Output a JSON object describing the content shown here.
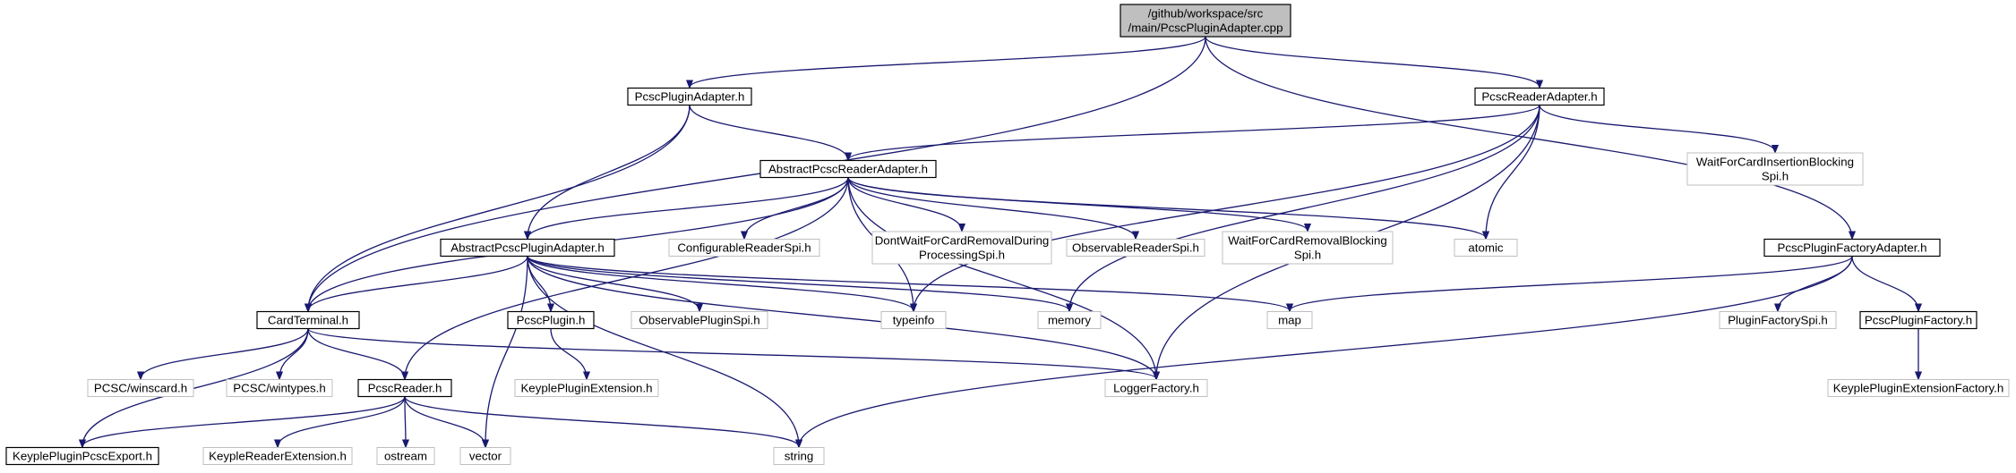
{
  "diagram": {
    "kind": "include-dependency-graph",
    "colors": {
      "edge": "#191970",
      "root_fill": "#bfbfbf",
      "documented_border": "#000000",
      "external_border": "#bfbfbf",
      "label": "#000000"
    },
    "nodes": [
      {
        "id": "root",
        "lines": [
          "/github/workspace/src",
          "/main/PcscPluginAdapter.cpp"
        ],
        "style": "root"
      },
      {
        "id": "pcscPluginAdapterH",
        "lines": [
          "PcscPluginAdapter.h"
        ],
        "style": "doc"
      },
      {
        "id": "pcscReaderAdapterH",
        "lines": [
          "PcscReaderAdapter.h"
        ],
        "style": "doc"
      },
      {
        "id": "abstractPcscReaderAdapterH",
        "lines": [
          "AbstractPcscReaderAdapter.h"
        ],
        "style": "doc"
      },
      {
        "id": "waitForCardInsertion",
        "lines": [
          "WaitForCardInsertionBlocking",
          "Spi.h"
        ],
        "style": "ext"
      },
      {
        "id": "abstractPcscPluginAdapterH",
        "lines": [
          "AbstractPcscPluginAdapter.h"
        ],
        "style": "doc"
      },
      {
        "id": "configurableReaderSpi",
        "lines": [
          "ConfigurableReaderSpi.h"
        ],
        "style": "ext"
      },
      {
        "id": "dontWaitForCardRemoval",
        "lines": [
          "DontWaitForCardRemovalDuring",
          "ProcessingSpi.h"
        ],
        "style": "ext"
      },
      {
        "id": "observableReaderSpi",
        "lines": [
          "ObservableReaderSpi.h"
        ],
        "style": "ext"
      },
      {
        "id": "waitForCardRemoval",
        "lines": [
          "WaitForCardRemovalBlocking",
          "Spi.h"
        ],
        "style": "ext"
      },
      {
        "id": "atomic",
        "lines": [
          "atomic"
        ],
        "style": "ext"
      },
      {
        "id": "pcscPluginFactoryAdapterH",
        "lines": [
          "PcscPluginFactoryAdapter.h"
        ],
        "style": "doc"
      },
      {
        "id": "cardTerminalH",
        "lines": [
          "CardTerminal.h"
        ],
        "style": "doc"
      },
      {
        "id": "pcscPluginH",
        "lines": [
          "PcscPlugin.h"
        ],
        "style": "doc"
      },
      {
        "id": "observablePluginSpi",
        "lines": [
          "ObservablePluginSpi.h"
        ],
        "style": "ext"
      },
      {
        "id": "typeinfo",
        "lines": [
          "typeinfo"
        ],
        "style": "ext"
      },
      {
        "id": "memory",
        "lines": [
          "memory"
        ],
        "style": "ext"
      },
      {
        "id": "map",
        "lines": [
          "map"
        ],
        "style": "ext"
      },
      {
        "id": "pluginFactorySpi",
        "lines": [
          "PluginFactorySpi.h"
        ],
        "style": "ext"
      },
      {
        "id": "pcscPluginFactoryH",
        "lines": [
          "PcscPluginFactory.h"
        ],
        "style": "doc"
      },
      {
        "id": "winscard",
        "lines": [
          "PCSC/winscard.h"
        ],
        "style": "ext"
      },
      {
        "id": "wintypes",
        "lines": [
          "PCSC/wintypes.h"
        ],
        "style": "ext"
      },
      {
        "id": "pcscReaderH",
        "lines": [
          "PcscReader.h"
        ],
        "style": "doc"
      },
      {
        "id": "keyplePluginExtension",
        "lines": [
          "KeyplePluginExtension.h"
        ],
        "style": "ext"
      },
      {
        "id": "loggerFactory",
        "lines": [
          "LoggerFactory.h"
        ],
        "style": "ext"
      },
      {
        "id": "keyplePluginExtensionFactory",
        "lines": [
          "KeyplePluginExtensionFactory.h"
        ],
        "style": "ext"
      },
      {
        "id": "keyplePluginPcscExport",
        "lines": [
          "KeyplePluginPcscExport.h"
        ],
        "style": "doc"
      },
      {
        "id": "keypleReaderExtension",
        "lines": [
          "KeypleReaderExtension.h"
        ],
        "style": "ext"
      },
      {
        "id": "ostream",
        "lines": [
          "ostream"
        ],
        "style": "ext"
      },
      {
        "id": "vector",
        "lines": [
          "vector"
        ],
        "style": "ext"
      },
      {
        "id": "string",
        "lines": [
          "string"
        ],
        "style": "ext"
      }
    ],
    "edges": [
      [
        "root",
        "pcscPluginAdapterH"
      ],
      [
        "root",
        "pcscReaderAdapterH"
      ],
      [
        "root",
        "pcscPluginFactoryAdapterH"
      ],
      [
        "root",
        "cardTerminalH"
      ],
      [
        "pcscPluginAdapterH",
        "abstractPcscReaderAdapterH"
      ],
      [
        "pcscPluginAdapterH",
        "abstractPcscPluginAdapterH"
      ],
      [
        "pcscPluginAdapterH",
        "cardTerminalH"
      ],
      [
        "pcscReaderAdapterH",
        "abstractPcscReaderAdapterH"
      ],
      [
        "pcscReaderAdapterH",
        "waitForCardInsertion"
      ],
      [
        "pcscReaderAdapterH",
        "atomic"
      ],
      [
        "pcscReaderAdapterH",
        "typeinfo"
      ],
      [
        "pcscReaderAdapterH",
        "memory"
      ],
      [
        "pcscReaderAdapterH",
        "loggerFactory"
      ],
      [
        "abstractPcscReaderAdapterH",
        "abstractPcscPluginAdapterH"
      ],
      [
        "abstractPcscReaderAdapterH",
        "configurableReaderSpi"
      ],
      [
        "abstractPcscReaderAdapterH",
        "dontWaitForCardRemoval"
      ],
      [
        "abstractPcscReaderAdapterH",
        "observableReaderSpi"
      ],
      [
        "abstractPcscReaderAdapterH",
        "waitForCardRemoval"
      ],
      [
        "abstractPcscReaderAdapterH",
        "atomic"
      ],
      [
        "abstractPcscReaderAdapterH",
        "cardTerminalH"
      ],
      [
        "abstractPcscReaderAdapterH",
        "pcscReaderH"
      ],
      [
        "abstractPcscReaderAdapterH",
        "typeinfo"
      ],
      [
        "abstractPcscReaderAdapterH",
        "loggerFactory"
      ],
      [
        "abstractPcscPluginAdapterH",
        "cardTerminalH"
      ],
      [
        "abstractPcscPluginAdapterH",
        "pcscPluginH"
      ],
      [
        "abstractPcscPluginAdapterH",
        "observablePluginSpi"
      ],
      [
        "abstractPcscPluginAdapterH",
        "typeinfo"
      ],
      [
        "abstractPcscPluginAdapterH",
        "memory"
      ],
      [
        "abstractPcscPluginAdapterH",
        "map"
      ],
      [
        "abstractPcscPluginAdapterH",
        "loggerFactory"
      ],
      [
        "abstractPcscPluginAdapterH",
        "vector"
      ],
      [
        "abstractPcscPluginAdapterH",
        "string"
      ],
      [
        "pcscPluginFactoryAdapterH",
        "map"
      ],
      [
        "pcscPluginFactoryAdapterH",
        "pluginFactorySpi"
      ],
      [
        "pcscPluginFactoryAdapterH",
        "pcscPluginFactoryH"
      ],
      [
        "pcscPluginFactoryAdapterH",
        "string"
      ],
      [
        "cardTerminalH",
        "winscard"
      ],
      [
        "cardTerminalH",
        "wintypes"
      ],
      [
        "cardTerminalH",
        "pcscReaderH"
      ],
      [
        "cardTerminalH",
        "loggerFactory"
      ],
      [
        "cardTerminalH",
        "keyplePluginPcscExport"
      ],
      [
        "pcscPluginH",
        "keyplePluginExtension"
      ],
      [
        "pcscPluginFactoryH",
        "keyplePluginExtensionFactory"
      ],
      [
        "pcscReaderH",
        "keyplePluginPcscExport"
      ],
      [
        "pcscReaderH",
        "keypleReaderExtension"
      ],
      [
        "pcscReaderH",
        "ostream"
      ],
      [
        "pcscReaderH",
        "vector"
      ],
      [
        "pcscReaderH",
        "string"
      ]
    ]
  }
}
